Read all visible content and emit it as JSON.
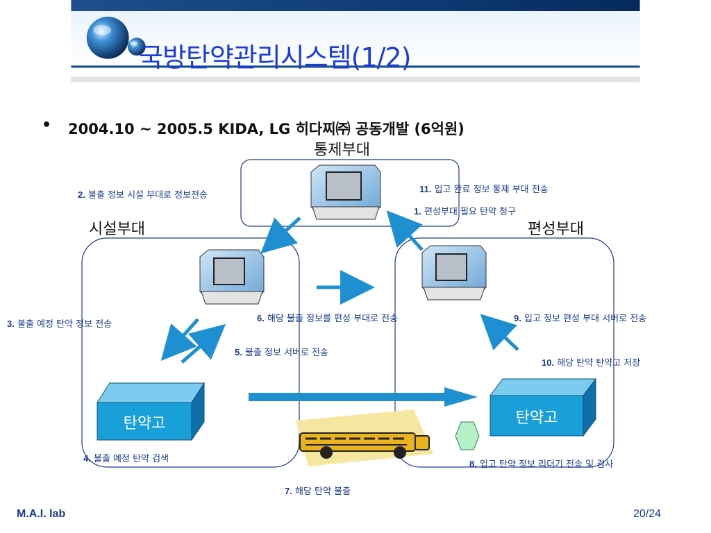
{
  "slide": {
    "title": "국방탄약관리시스템(1/2)",
    "bullet_marker": "•",
    "bullet_text": "2004.10 ~ 2005.5 KIDA, LG 히다찌㈜ 공동개발 (6억원)"
  },
  "groups": {
    "control": "통제부대",
    "facility": "시설부대",
    "organization": "편성부대"
  },
  "depots": {
    "left": "탄약고",
    "right": "탄약고"
  },
  "steps": {
    "s1": {
      "num": "1.",
      "text": "편성부대 필요 탄약 청구"
    },
    "s2": {
      "num": "2.",
      "text": "불출 정보 시설 부대로 정보전송"
    },
    "s3": {
      "num": "3.",
      "text": "불출 예정 탄약 정보 전송"
    },
    "s4": {
      "num": "4.",
      "text": "불출 예정 탄약 검색"
    },
    "s5": {
      "num": "5.",
      "text": "불출 정보 서버로 전송"
    },
    "s6": {
      "num": "6.",
      "text": "해당 불출 정보를 편성 부대로 전송"
    },
    "s7": {
      "num": "7.",
      "text": "해당 탄약 불출"
    },
    "s8": {
      "num": "8.",
      "text": "입고 탄약 정보 리더기 전송 및 검사"
    },
    "s9": {
      "num": "9.",
      "text": "입고 정보 편성 부대 서버로 전송"
    },
    "s10": {
      "num": "10.",
      "text": "해당 탄약 탄약고 저장"
    },
    "s11": {
      "num": "11.",
      "text": "입고 완료 정보 통제 부대 전송"
    }
  },
  "footer": {
    "lab": "M.A.I. lab",
    "page": "20/24"
  },
  "colors": {
    "title": "#1a3cd9",
    "step_text": "#1a3c8c",
    "arrow": "#1e8fd0",
    "depot_fill": "#1aa0d8",
    "top_band": "#0b3a78"
  },
  "icons": [
    "globe-logo-icon",
    "computer-terminal-icon",
    "school-bus-icon",
    "rfid-reader-icon"
  ]
}
